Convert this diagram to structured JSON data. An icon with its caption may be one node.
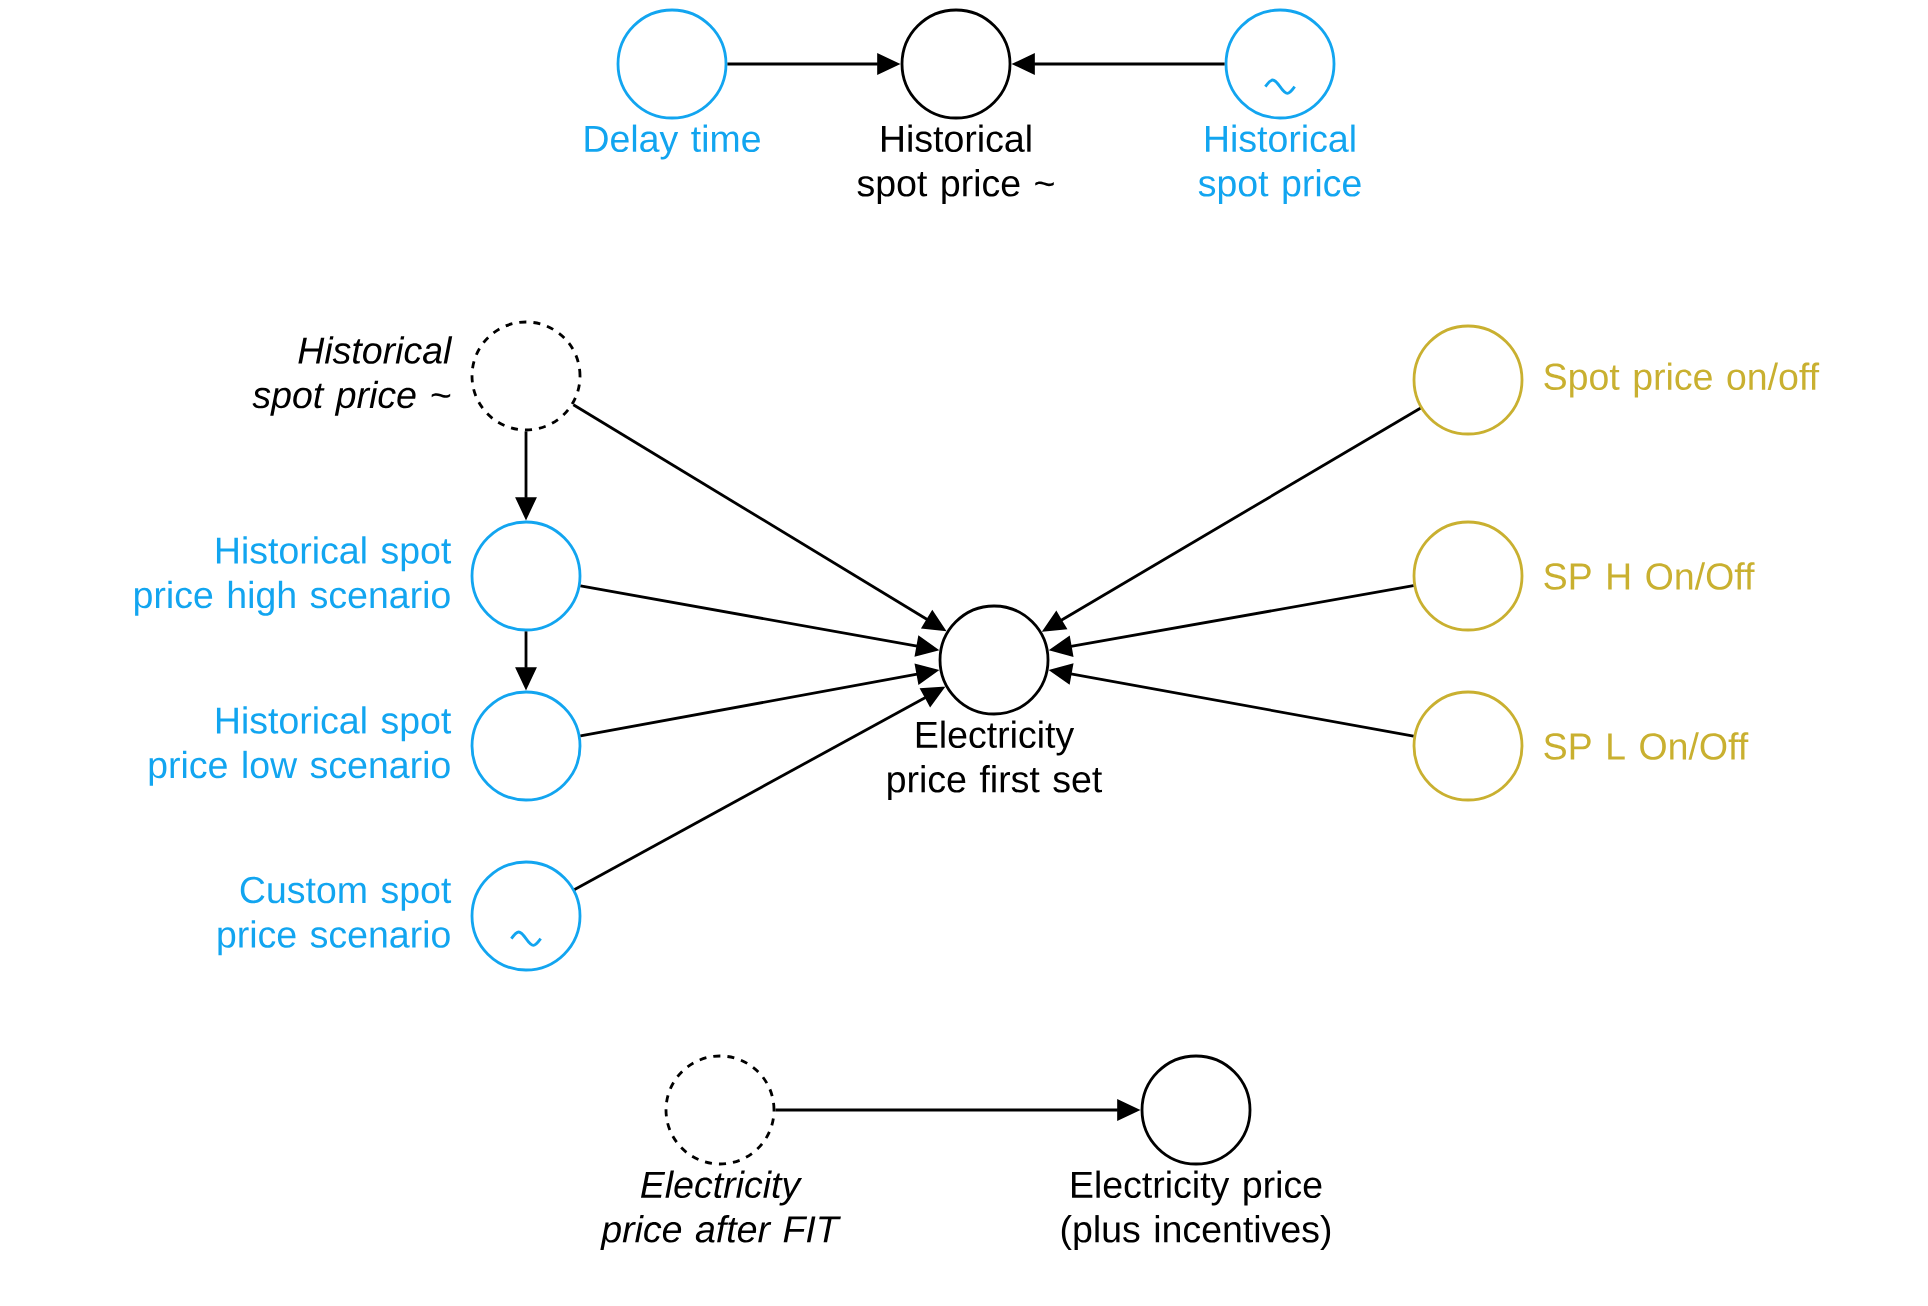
{
  "diagram": {
    "nodes": [
      {
        "text": [
          "Delay time"
        ]
      },
      {
        "text": [
          "Historical spot price ~"
        ]
      },
      {
        "text": [
          "Historical spot price"
        ]
      },
      {
        "text": [
          "Historical spot price ~"
        ]
      },
      {
        "text": [
          "Historical spot price high scenario"
        ]
      },
      {
        "text": [
          "Historical spot price low scenario"
        ]
      },
      {
        "text": [
          "Custom spot price scenario"
        ]
      },
      {
        "text": [
          "Electricity price first set"
        ]
      },
      {
        "text": [
          "Spot price on/off"
        ]
      },
      {
        "text": [
          "SP H On/Off"
        ]
      },
      {
        "text": [
          "SP L On/Off"
        ]
      },
      {
        "text": [
          "Electricity price after FIT"
        ]
      },
      {
        "text": [
          "Electricity price (plus incentives)"
        ]
      }
    ],
    "edges": [
      {
        "from": 0,
        "to": 1,
        "arrow": "to"
      },
      {
        "from": 2,
        "to": 1,
        "arrow": "to"
      },
      {
        "from": 3,
        "to": 4,
        "arrow": "to"
      },
      {
        "from": 4,
        "to": 5,
        "arrow": "to"
      },
      {
        "from": 3,
        "to": 7,
        "arrow": "to"
      },
      {
        "from": 4,
        "to": 7,
        "arrow": "to"
      },
      {
        "from": 5,
        "to": 7,
        "arrow": "to"
      },
      {
        "from": 6,
        "to": 7,
        "arrow": "to"
      },
      {
        "from": 8,
        "to": 7,
        "arrow": "to"
      },
      {
        "from": 9,
        "to": 7,
        "arrow": "to"
      },
      {
        "from": 10,
        "to": 7,
        "arrow": "to"
      },
      {
        "from": 11,
        "to": 12,
        "arrow": "to"
      }
    ]
  }
}
